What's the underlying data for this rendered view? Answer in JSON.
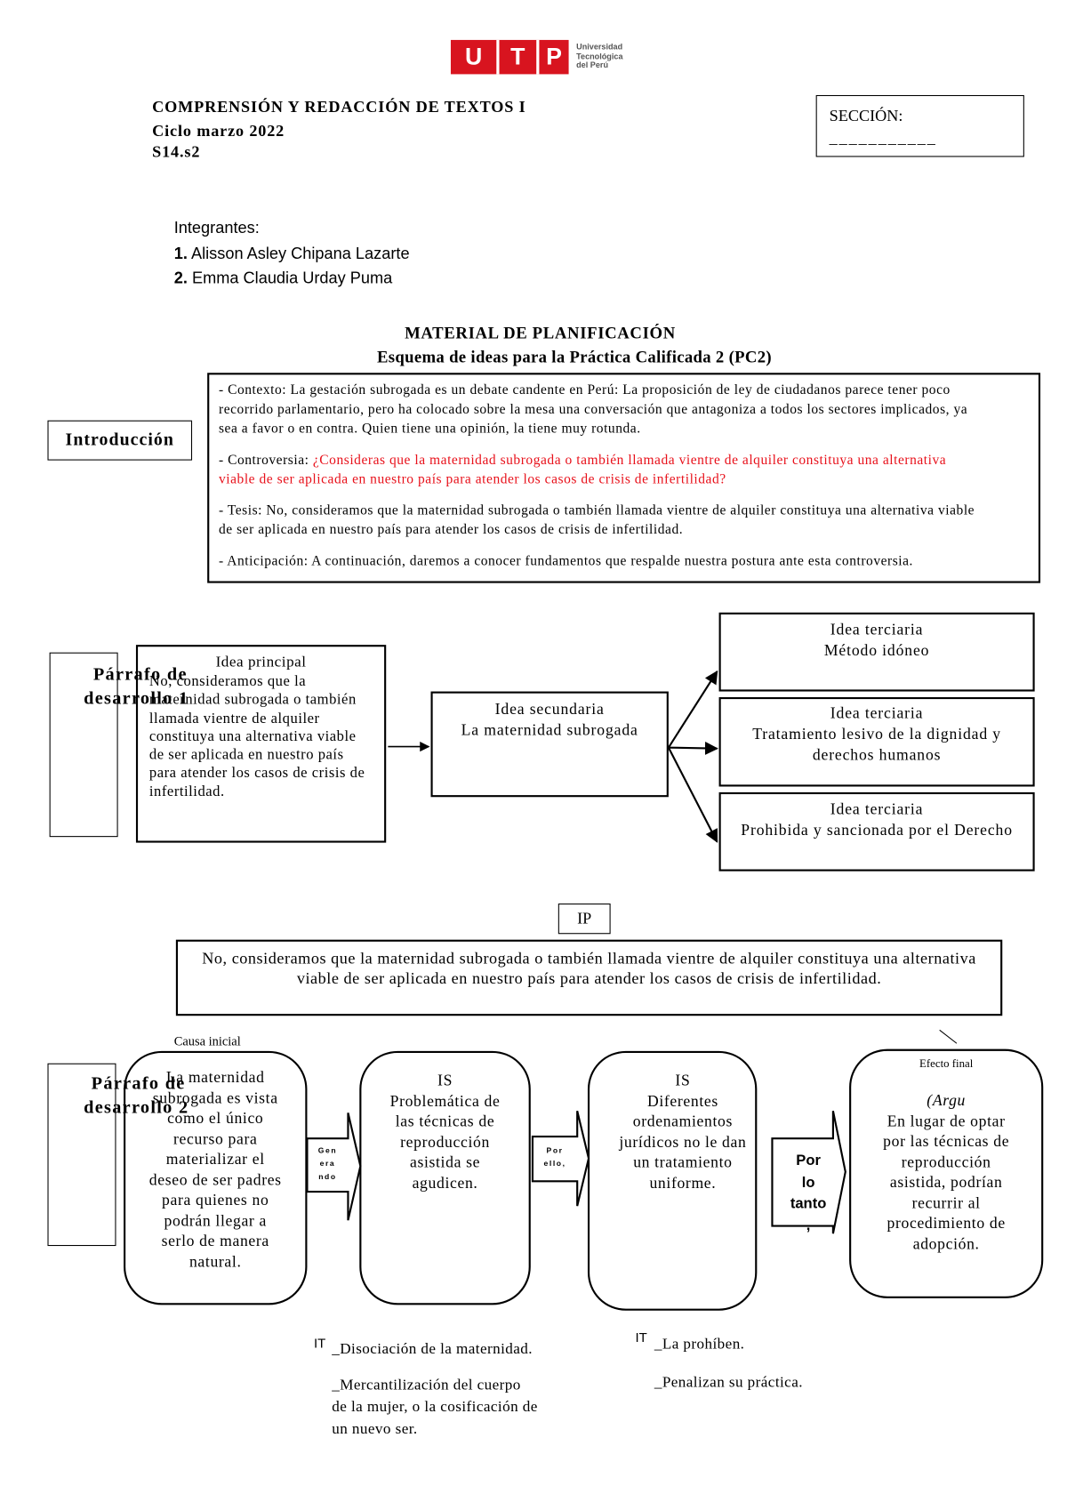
{
  "colors": {
    "logo_red": "#d8141f",
    "controversy_red": "#e8101a",
    "ink": "#000000"
  },
  "logo": {
    "letters": [
      "U",
      "T",
      "P"
    ],
    "lines": [
      "Universidad",
      "Tecnológica",
      "del Perú"
    ]
  },
  "header": {
    "course": "COMPRENSIÓN Y REDACCIÓN DE TEXTOS I",
    "cycle": "Ciclo marzo 2022",
    "session": "S14.s2"
  },
  "section": {
    "label": "SECCIÓN:",
    "blank": "___________"
  },
  "members": {
    "label": "Integrantes:",
    "items": [
      {
        "number": "1.",
        "name": "Alisson Asley Chipana Lazarte"
      },
      {
        "number": "2.",
        "name": "Emma Claudia Urday Puma"
      }
    ]
  },
  "planning": {
    "title": "MATERIAL DE PLANIFICACIÓN",
    "subtitle": "Esquema de ideas para la Práctica Calificada 2 (PC2)"
  },
  "introduction": {
    "label": "Introducción",
    "context": {
      "lines": [
        "- Contexto: La gestación subrogada es un debate candente en Perú: La proposición de ley de ciudadanos parece tener poco",
        "recorrido parlamentario, pero ha colocado sobre la mesa una conversación que antagoniza a todos los sectores implicados, ya",
        "sea a favor o en contra. Quien tiene una opinión, la tiene muy rotunda."
      ]
    },
    "controversy": {
      "label": "- Controversia:",
      "question_lines": [
        "¿Consideras que la maternidad subrogada o también llamada vientre de alquiler constituya una alternativa",
        "viable de ser aplicada en nuestro país para atender los casos de crisis de infertilidad?"
      ]
    },
    "thesis": {
      "lines": [
        "- Tesis: No, consideramos que la maternidad subrogada o también llamada vientre de alquiler constituya una alternativa viable",
        "de ser aplicada en nuestro país para atender los casos de crisis de infertilidad."
      ]
    },
    "anticipation": {
      "lines": [
        "- Anticipación: A continuación, daremos a conocer fundamentos que respalde nuestra postura ante esta controversia."
      ]
    }
  },
  "paragraph_1": {
    "label_lines": [
      "Párrafo de",
      "desarrollo 1"
    ],
    "main_idea": {
      "title": "Idea principal",
      "lines": [
        "No, consideramos que la",
        "maternidad subrogada o también",
        "llamada vientre de alquiler",
        "constituya una alternativa viable",
        "de ser aplicada en nuestro país",
        "para atender los casos de crisis de",
        "infertilidad."
      ]
    },
    "secondary_idea": {
      "title": "Idea secundaria",
      "text": "La maternidad subrogada"
    },
    "tertiary_ideas": [
      {
        "title": "Idea terciaria",
        "lines": [
          "Método idóneo"
        ]
      },
      {
        "title": "Idea terciaria",
        "lines": [
          "Tratamiento lesivo de la dignidad y",
          "derechos humanos"
        ]
      },
      {
        "title": "Idea terciaria",
        "lines": [
          "Prohibida y sancionada por el Derecho"
        ]
      }
    ]
  },
  "ip": {
    "label": "IP",
    "lines": [
      "No, consideramos que la maternidad subrogada o también llamada vientre de alquiler constituya una alternativa",
      "viable de ser aplicada en nuestro país para atender los casos de crisis de infertilidad."
    ]
  },
  "paragraph_2": {
    "label_lines": [
      "Párrafo de",
      "desarrollo 2"
    ],
    "initial_cause": {
      "label": "Causa inicial",
      "lines": [
        "La maternidad",
        "subrogada es vista",
        "como el único",
        "recurso para",
        "materializar el",
        "deseo de ser padres",
        "para quienes no",
        "podrán llegar a",
        "serlo de manera",
        "natural."
      ]
    },
    "connectors": [
      {
        "lines": [
          "Gen",
          "era",
          "ndo"
        ]
      },
      {
        "lines": [
          "Por",
          "ello,"
        ]
      },
      {
        "lines": [
          "Por",
          "lo",
          "tanto",
          ","
        ]
      }
    ],
    "secondary_1": {
      "label": "IS",
      "lines": [
        "Problemática de",
        "las técnicas de",
        "reproducción",
        "asistida se",
        "agudicen."
      ]
    },
    "secondary_2": {
      "label": "IS",
      "lines": [
        "Diferentes",
        "ordenamientos",
        "jurídicos no le dan",
        "un tratamiento",
        "uniforme."
      ]
    },
    "final_effect": {
      "label": "Efecto final",
      "note": "(Argu",
      "lines": [
        "En lugar de optar",
        "por las técnicas de",
        "reproducción",
        "asistida, podrían",
        "recurrir al",
        "procedimiento de",
        "adopción."
      ]
    },
    "tertiary_1": {
      "marker": "IT",
      "lines": [
        "_Disociación de la maternidad.",
        "_Mercantilización del cuerpo",
        "de la mujer, o la cosificación de",
        "un nuevo ser."
      ]
    },
    "tertiary_2": {
      "marker": "IT",
      "lines": [
        "_La prohíben.",
        "_Penalizan su práctica."
      ]
    }
  }
}
